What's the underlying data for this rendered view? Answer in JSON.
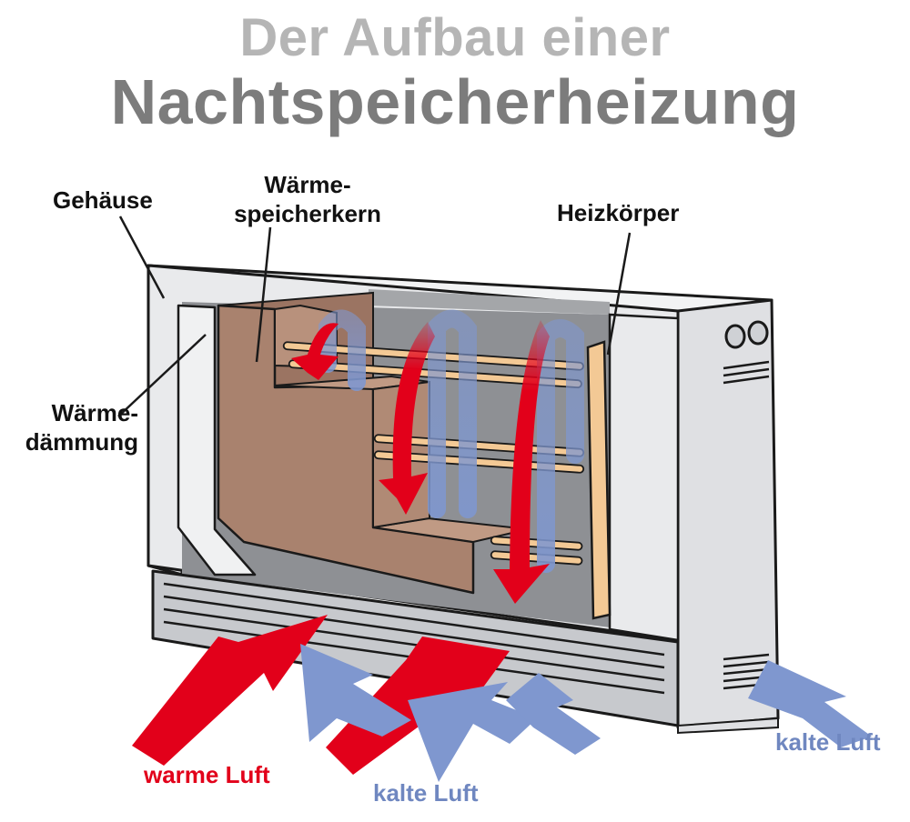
{
  "title": {
    "line1": "Der Aufbau einer",
    "line2": "Nachtspeicherheizung"
  },
  "labels": {
    "gehaeuse": "Gehäuse",
    "waermespeicherkern_line1": "Wärme-",
    "waermespeicherkern_line2": "speicherkern",
    "heizkoerper": "Heizkörper",
    "waermedaemmung_line1": "Wärme-",
    "waermedaemmung_line2": "dämmung",
    "warme_luft": "warme Luft",
    "kalte_luft_center": "kalte Luft",
    "kalte_luft_right": "kalte Luft"
  },
  "colors": {
    "warm_air": "#e2001a",
    "cold_air": "#6f87c0",
    "housing": "#e9eaec",
    "core": "#a9826e",
    "heating_rod": "#f3c995",
    "interior": "#8b8d90"
  }
}
